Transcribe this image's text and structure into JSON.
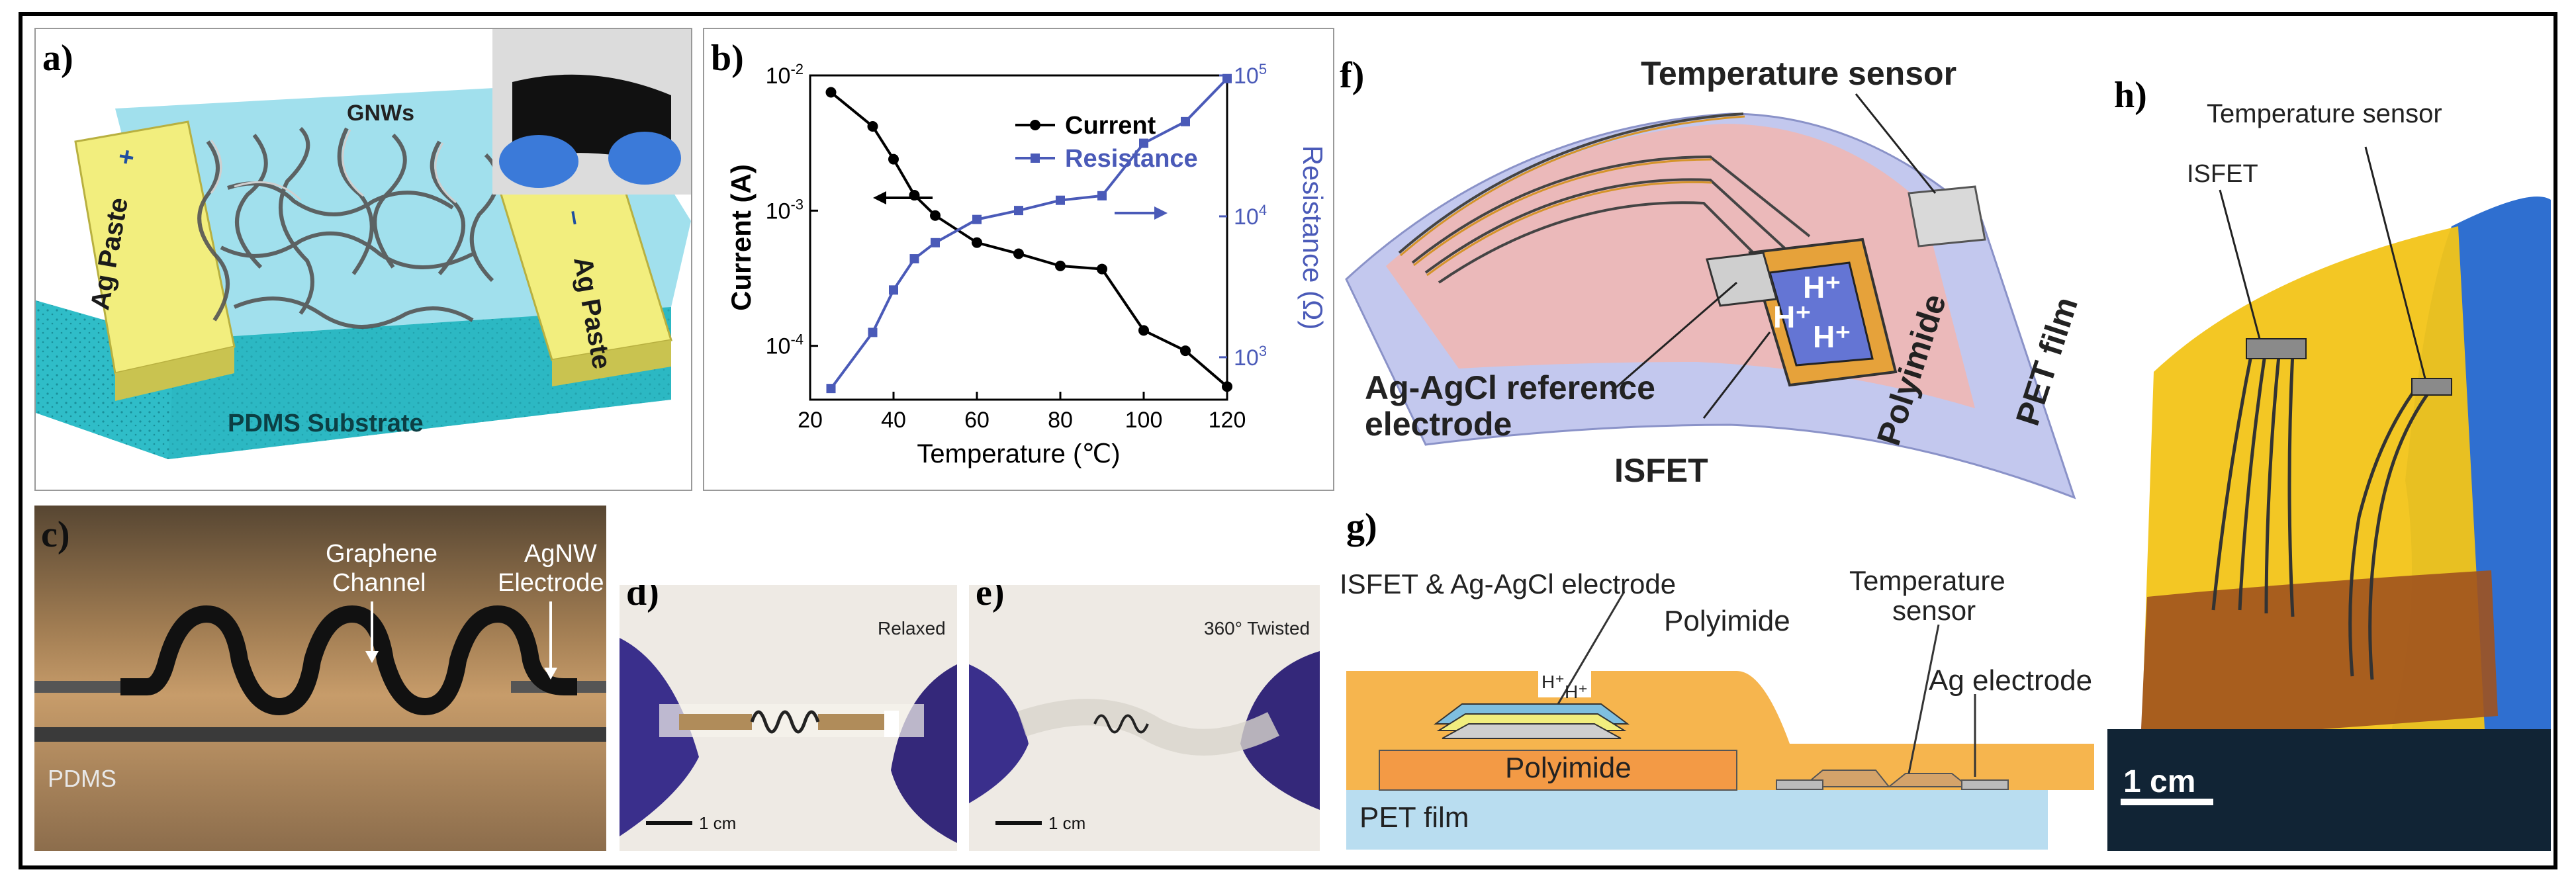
{
  "panels": {
    "a": {
      "label": "a)",
      "gnws": "GNWs",
      "ag_paste_left": "Ag Paste",
      "plus": "+",
      "ag_paste_right": "Ag Paste",
      "minus": "–",
      "substrate": "PDMS Substrate"
    },
    "b": {
      "label": "b)"
    },
    "c": {
      "label": "c)",
      "channel_line1": "Graphene",
      "channel_line2": "Channel",
      "electrode_line1": "AgNW",
      "electrode_line2": "Electrode",
      "substrate": "PDMS"
    },
    "d": {
      "label": "d)",
      "state": "Relaxed",
      "scale": "1 cm"
    },
    "e": {
      "label": "e)",
      "state": "360° Twisted",
      "scale": "1 cm"
    },
    "f": {
      "label": "f)",
      "temp_sensor": "Temperature sensor",
      "ref_line1": "Ag-AgCl reference",
      "ref_line2": "electrode",
      "isfet": "ISFET",
      "polyimide": "Polyimide",
      "pet": "PET film",
      "ion": "H⁺"
    },
    "g": {
      "label": "g)",
      "isfet_ag": "ISFET & Ag-AgCl electrode",
      "polyimide_top": "Polyimide",
      "temp_line1": "Temperature",
      "temp_line2": "sensor",
      "ag_electrode": "Ag electrode",
      "polyimide_bottom": "Polyimide",
      "pet": "PET film",
      "ion": "H⁺"
    },
    "h": {
      "label": "h)",
      "isfet": "ISFET",
      "temp_sensor": "Temperature sensor",
      "scale": "1 cm"
    }
  },
  "chart_data": {
    "type": "line",
    "xlabel": "Temperature (℃)",
    "ylabel_left": "Current (A)",
    "ylabel_right": "Resistance (Ω)",
    "xlim": [
      20,
      120
    ],
    "xticks": [
      "20",
      "40",
      "60",
      "80",
      "100",
      "120"
    ],
    "ylim_left": [
      4e-05,
      0.01
    ],
    "ylim_right": [
      500,
      100000
    ],
    "yscale": "log",
    "yticks_left": [
      {
        "value": 0.0001,
        "base": "10",
        "exp": "-4"
      },
      {
        "value": 0.001,
        "base": "10",
        "exp": "-3"
      },
      {
        "value": 0.01,
        "base": "10",
        "exp": "-2"
      }
    ],
    "yticks_right": [
      {
        "value": 1000,
        "base": "10",
        "exp": "3"
      },
      {
        "value": 10000,
        "base": "10",
        "exp": "4"
      },
      {
        "value": 100000,
        "base": "10",
        "exp": "5"
      }
    ],
    "x": [
      25,
      35,
      40,
      45,
      50,
      60,
      70,
      80,
      90,
      100,
      110,
      120
    ],
    "series": [
      {
        "name": "Current",
        "axis": "left",
        "color": "#000000",
        "values": [
          0.0075,
          0.0042,
          0.0024,
          0.0013,
          0.00092,
          0.00058,
          0.00048,
          0.00039,
          0.00037,
          0.00013,
          9.2e-05,
          5e-05
        ]
      },
      {
        "name": "Resistance",
        "axis": "right",
        "color": "#4a5ab8",
        "values": [
          600,
          1500,
          3000,
          5000,
          6500,
          9500,
          11000,
          13000,
          14000,
          33000,
          47000,
          95000
        ]
      }
    ],
    "legend_position": "top-right"
  }
}
